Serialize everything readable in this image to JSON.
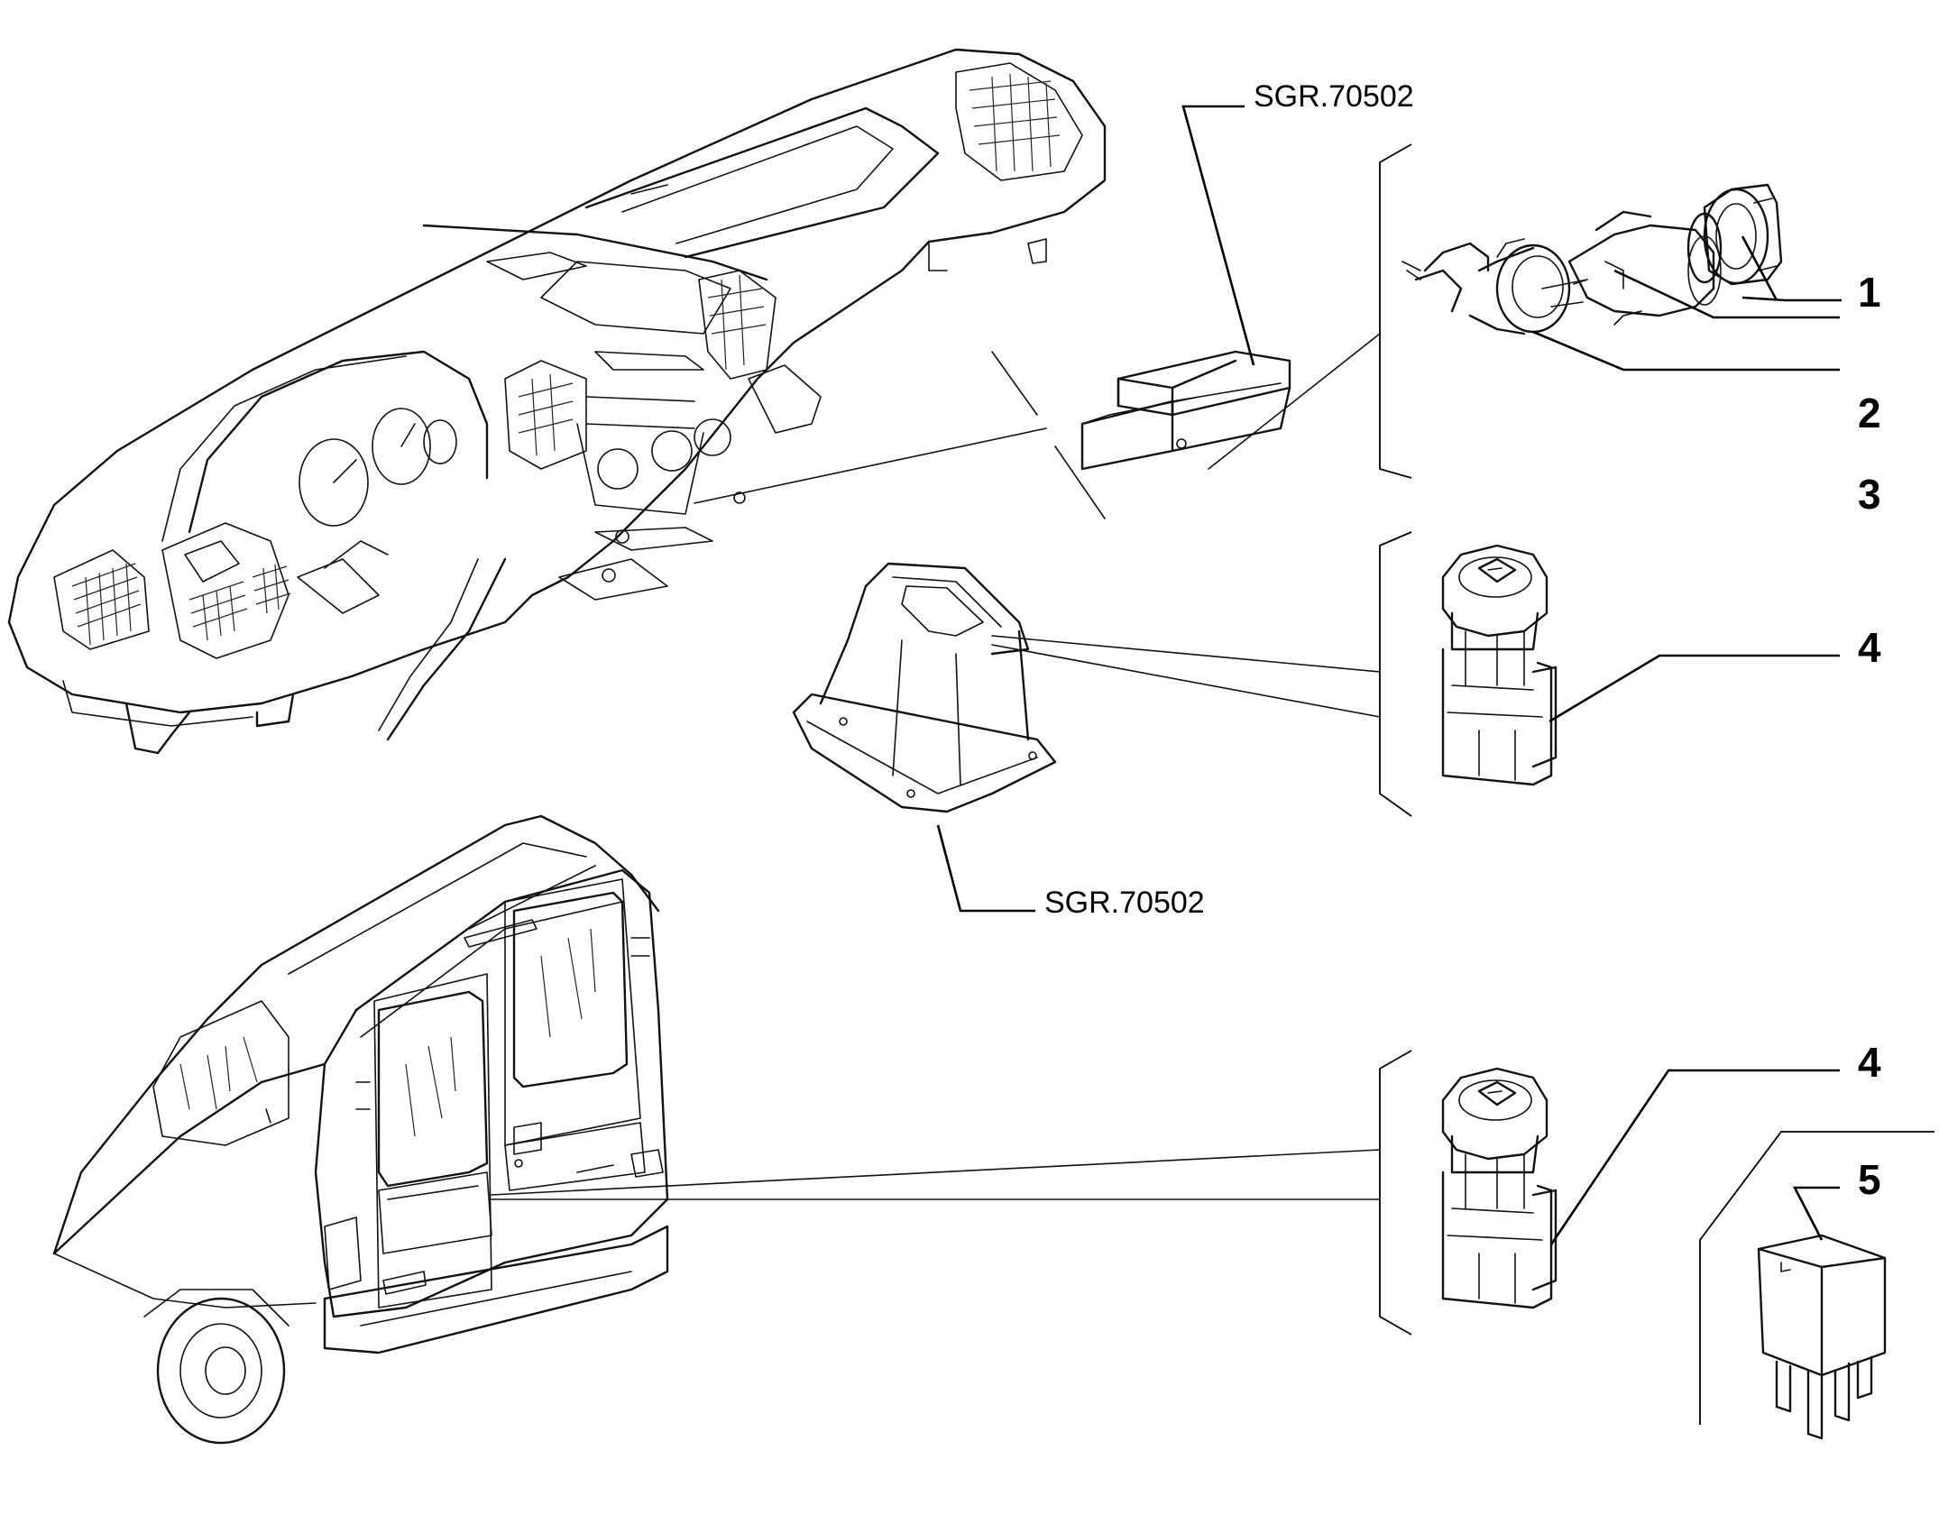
{
  "references": {
    "top": "SGR.70502",
    "middle": "SGR.70502"
  },
  "callouts": [
    {
      "id": "1",
      "label": "1",
      "part": "lighter-knob"
    },
    {
      "id": "2",
      "label": "2",
      "part": "lighter-body"
    },
    {
      "id": "3",
      "label": "3",
      "part": "lighter-socket"
    },
    {
      "id": "4a",
      "label": "4",
      "part": "power-socket-dashboard"
    },
    {
      "id": "4b",
      "label": "4",
      "part": "power-socket-rear"
    },
    {
      "id": "5",
      "label": "5",
      "part": "relay"
    }
  ]
}
